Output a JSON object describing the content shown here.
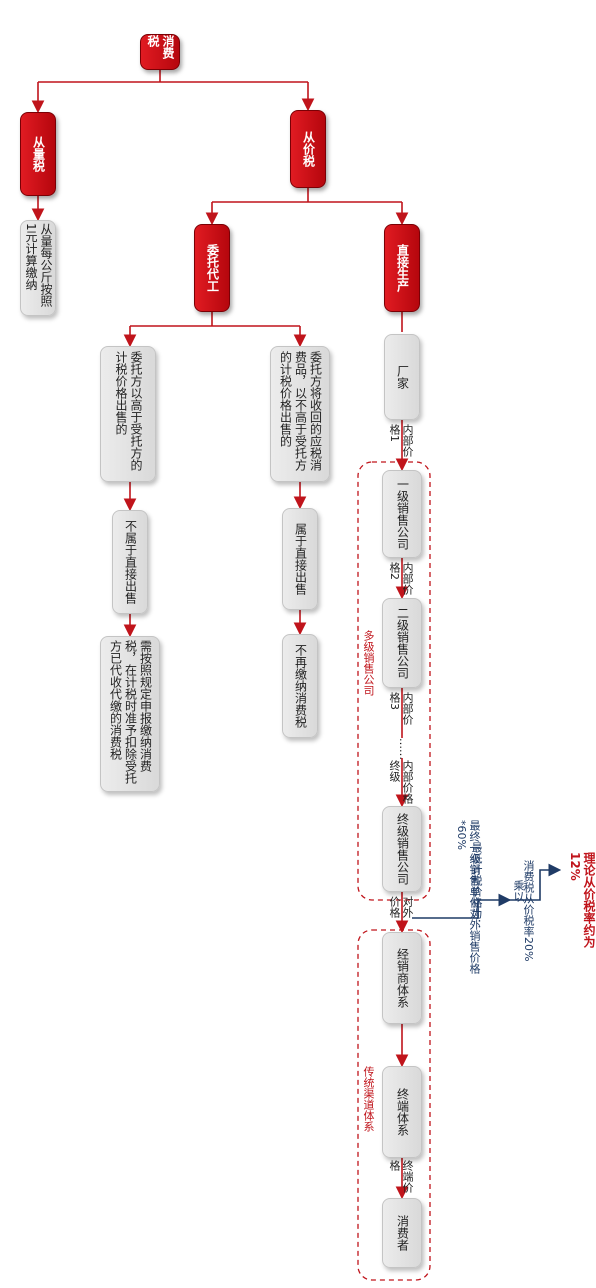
{
  "colors": {
    "red": "#d0111a",
    "gray": "#e2e2e2",
    "blue": "#1f3b66",
    "dashed": "#c0141b"
  },
  "nodes": {
    "root": "消费税",
    "by_quantity": "从量税",
    "by_value": "从价税",
    "quantity_desc": "从量每公斤按照1元计算缴纳",
    "commissioned": "委托代工",
    "direct": "直接生产",
    "factory": "厂家",
    "comm_a": "委托方将收回的应税消费品，以不高于受托方的计税价格出售的",
    "comm_b": "委托方以高于受托方的计税价格出售的",
    "belongs_direct": "属于直接出售",
    "not_direct": "不属于直接出售",
    "no_more_tax": "不再缴纳消费税",
    "pay_tax": "需按照规定申报缴纳消费税，在计税时准予扣除受托方已代收代缴的消费税",
    "sales1": "一级销售公司",
    "sales2": "二级销售公司",
    "sales_final": "终级销售公司",
    "distributor": "经销商体系",
    "terminal": "终端体系",
    "consumer": "消费者"
  },
  "edge_labels": {
    "inner1": "内部价格1",
    "inner2": "内部价格2",
    "inner3": "内部价格3",
    "inner_final": "内部价格终级",
    "external": "对外价格",
    "terminal_price": "终端价格",
    "dots": "……"
  },
  "groups": {
    "multi_sales": "多级销售公司",
    "traditional": "传统渠道体系"
  },
  "annotations": {
    "min_price": "最低计税价格为：",
    "formula": "最终一级销售单位对外销售价格*60%",
    "times": "乘以",
    "rate20": "消费税从价税率20%",
    "theory": "理论从价税率约为12%"
  }
}
